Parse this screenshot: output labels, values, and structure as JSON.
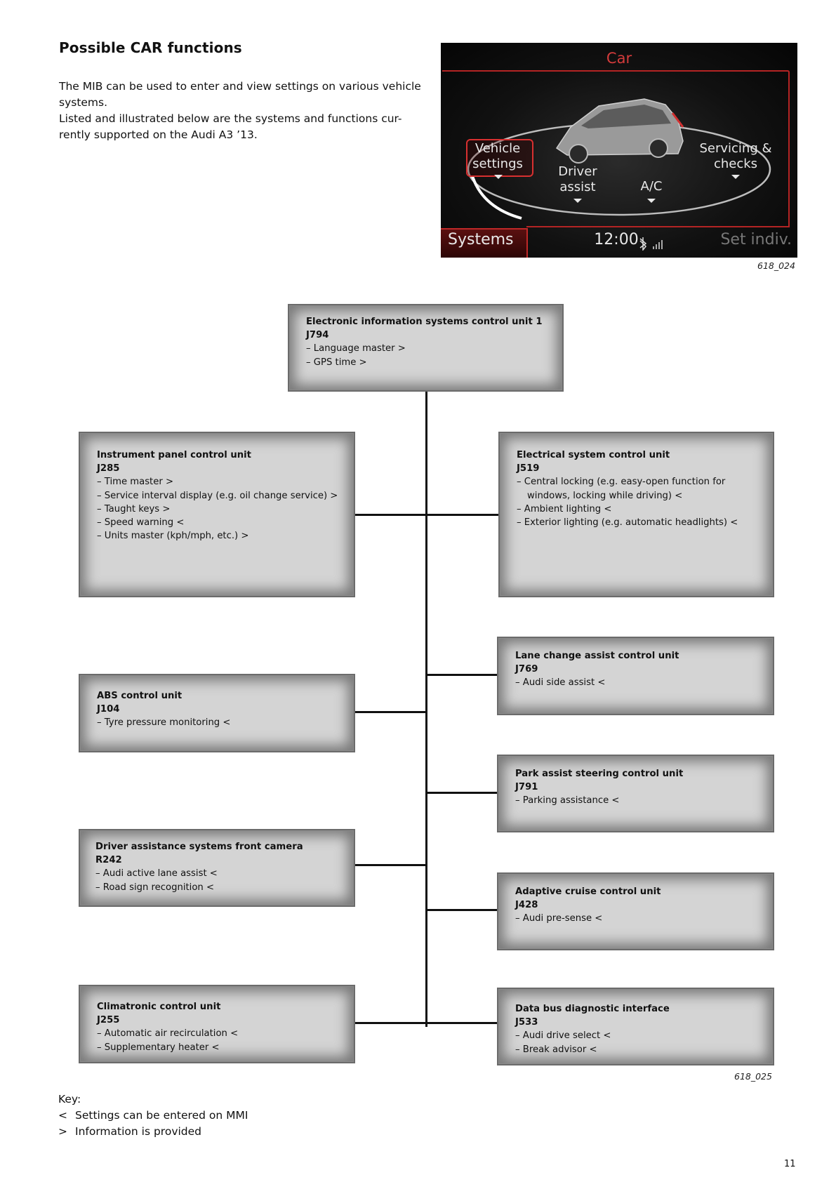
{
  "heading": "Possible CAR functions",
  "intro": {
    "p1": "The MIB can be used to enter and view settings on various vehicle systems.",
    "p2": "Listed and illustrated below are the systems and functions cur-rently supported on the Audi A3 ’13."
  },
  "screen": {
    "title": "Car",
    "vehicle_settings": "Vehicle settings",
    "driver_assist": "Driver assist",
    "ac": "A/C",
    "servicing": "Servicing & checks",
    "systems": "Systems",
    "time": "12:00",
    "set_indiv": "Set indiv.",
    "caption": "618_024"
  },
  "diagram": {
    "caption": "618_025",
    "top": {
      "title": "Electronic information systems control unit 1",
      "code": "J794",
      "items": [
        "Language master >",
        "GPS time >"
      ]
    },
    "instrument": {
      "title": "Instrument panel control unit",
      "code": "J285",
      "items": [
        "Time master >",
        "Service interval display (e.g. oil change service) >",
        "Taught keys >",
        "Speed warning <",
        "Units master (kph/mph, etc.) >"
      ]
    },
    "electrical": {
      "title": "Electrical system control unit",
      "code": "J519",
      "items": [
        "Central locking (e.g. easy-open function for windows, locking while driving) <",
        "Ambient lighting <",
        "Exterior lighting (e.g. automatic headlights) <"
      ]
    },
    "lane": {
      "title": "Lane change assist control unit",
      "code": "J769",
      "items": [
        "Audi side assist <"
      ]
    },
    "abs": {
      "title": "ABS control unit",
      "code": "J104",
      "items": [
        "Tyre pressure monitoring <"
      ]
    },
    "park": {
      "title": "Park assist steering control unit",
      "code": "J791",
      "items": [
        "Parking assistance <"
      ]
    },
    "camera": {
      "title": "Driver assistance systems front camera",
      "code": "R242",
      "items": [
        "Audi active lane assist <",
        "Road sign recognition <"
      ]
    },
    "cruise": {
      "title": "Adaptive cruise control unit",
      "code": "J428",
      "items": [
        "Audi pre-sense <"
      ]
    },
    "climatronic": {
      "title": "Climatronic control unit",
      "code": "J255",
      "items": [
        "Automatic air recirculation <",
        "Supplementary heater <"
      ]
    },
    "databus": {
      "title": "Data bus diagnostic interface",
      "code": "J533",
      "items": [
        "Audi drive select <",
        "Break advisor <"
      ]
    }
  },
  "key": {
    "title": "Key:",
    "rows": [
      {
        "sym": "<",
        "text": "Settings can be entered on MMI"
      },
      {
        "sym": ">",
        "text": "Information is provided"
      }
    ]
  },
  "page_number": "11"
}
